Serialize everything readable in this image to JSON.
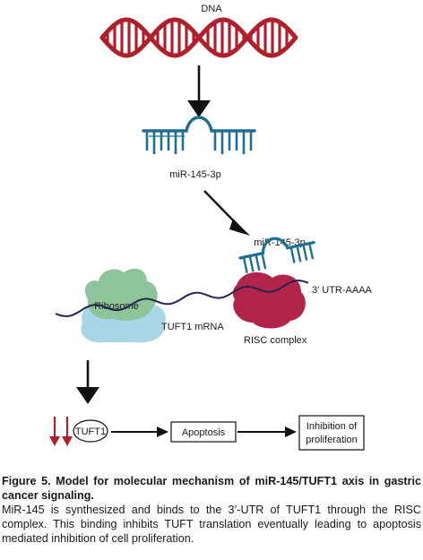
{
  "diagram": {
    "dna_label": "DNA",
    "mirna_label_1": "miR-145-3p",
    "mirna_label_2": "miR-145-3p",
    "utr_label": "3' UTR-AAAA",
    "ribosome_label": "Ribosome",
    "mrna_label": "TUFT1 mRNA",
    "risc_label": "RISC complex",
    "tuft1_label": "TUFT1",
    "apoptosis_label": "Apoptosis",
    "inhibition_line1": "Inhibition of",
    "inhibition_line2": "proliferation",
    "colors": {
      "dna": "#b0202a",
      "mirna": "#1f6f93",
      "mrna": "#24244f",
      "ribosome_top": "#8fc49b",
      "ribosome_bottom": "#a9d6e6",
      "risc": "#b3244a",
      "down_arrows": "#b0202a"
    }
  },
  "caption": {
    "title": "Figure 5. Model for molecular mechanism of miR-145/TUFT1 axis in gastric cancer signaling.",
    "body": "MiR-145 is synthesized and binds to the 3’-UTR of TUFT1 through the RISC complex. This binding inhibits TUFT translation eventually leading to apoptosis mediated inhibition of cell proliferation."
  }
}
